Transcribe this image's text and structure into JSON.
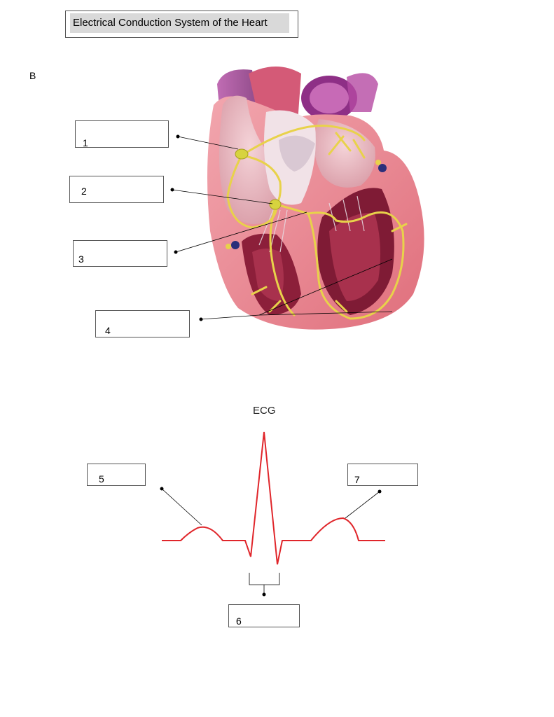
{
  "title": "Electrical Conduction System of the Heart",
  "section_label": "B",
  "heart_labels": [
    "1",
    "2",
    "3",
    "4"
  ],
  "ecg": {
    "title": "ECG",
    "labels": [
      "5",
      "6",
      "7"
    ],
    "trace_color": "#e0262b"
  },
  "colors": {
    "heart_tissue": "#e98a95",
    "heart_dark": "#8c1f3a",
    "vessel_purple": "#9b3b8f",
    "conduction_yellow": "#e8d24a"
  }
}
